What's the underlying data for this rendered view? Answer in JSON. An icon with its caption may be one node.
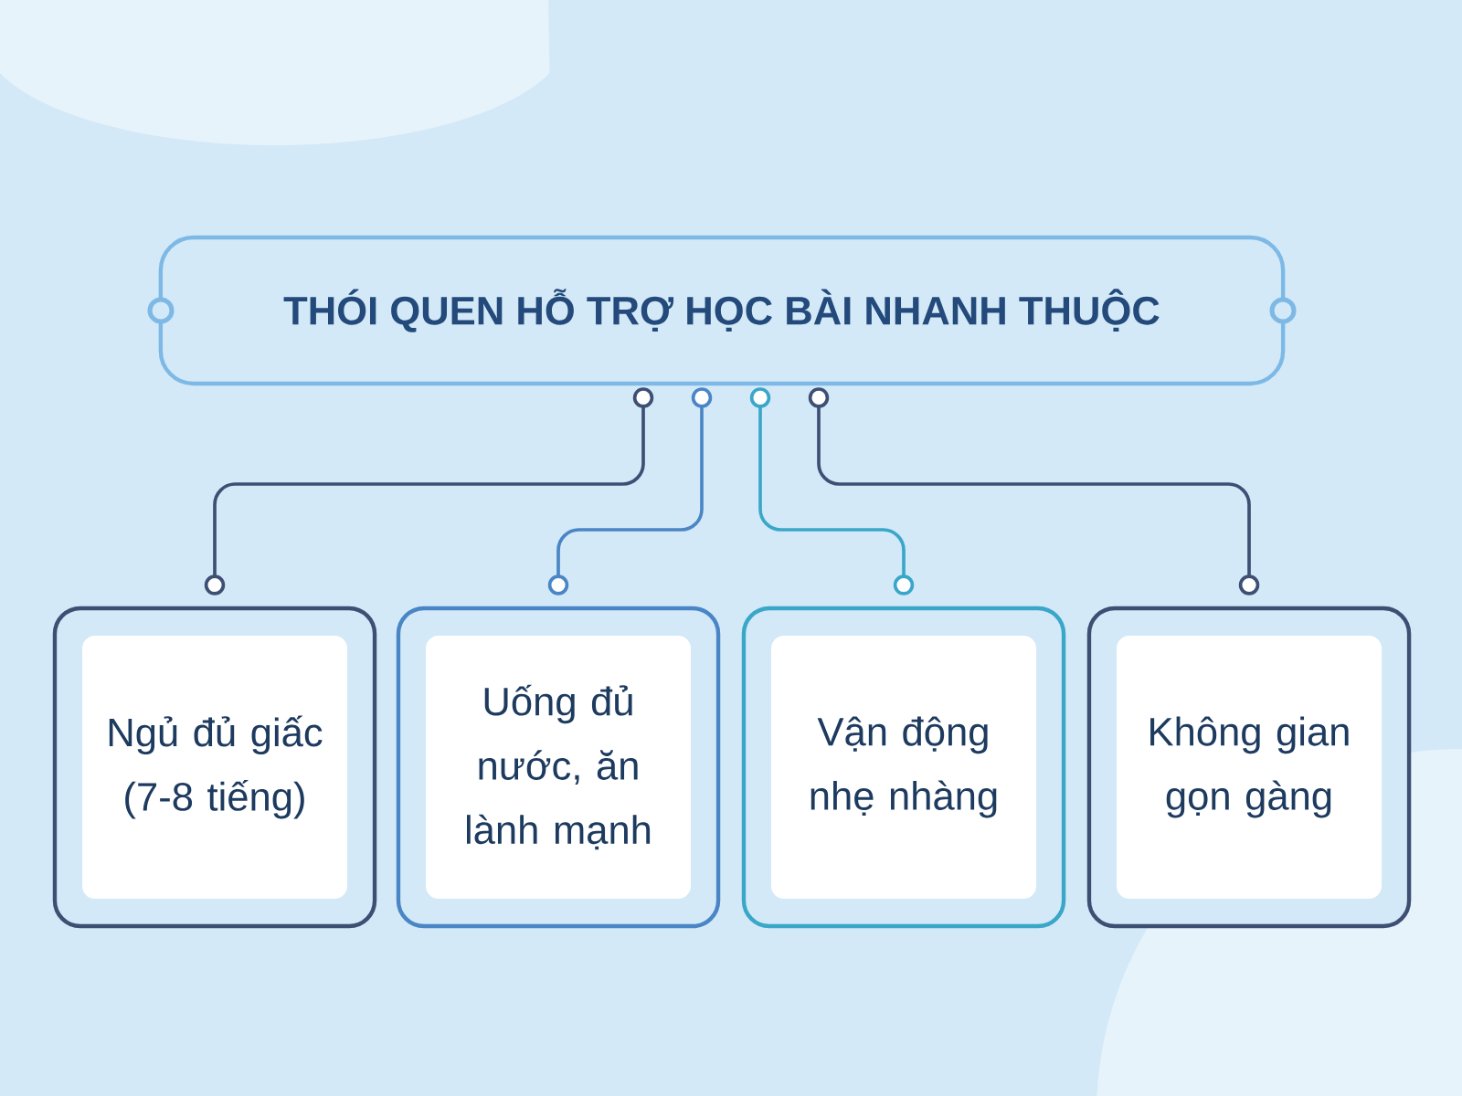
{
  "diagram": {
    "nodes": [
      {
        "text": [
          "THÓI QUEN HỖ TRỢ HỌC BÀI NHANH THUỘC"
        ]
      },
      {
        "text": [
          "Ngủ đủ giấc (7-8 tiếng)"
        ]
      },
      {
        "text": [
          "Uống đủ nước, ăn lành mạnh"
        ]
      },
      {
        "text": [
          "Vận động nhẹ nhàng"
        ]
      },
      {
        "text": [
          "Không gian gọn gàng"
        ]
      }
    ],
    "edges": [
      {
        "from": 0,
        "to": 1,
        "arrow": "other"
      },
      {
        "from": 0,
        "to": 2,
        "arrow": "other",
        "color": "#4a86c5"
      },
      {
        "from": 0,
        "to": 3,
        "arrow": "other",
        "color": "#3aa7c8"
      },
      {
        "from": 0,
        "to": 4,
        "arrow": "other"
      }
    ]
  }
}
